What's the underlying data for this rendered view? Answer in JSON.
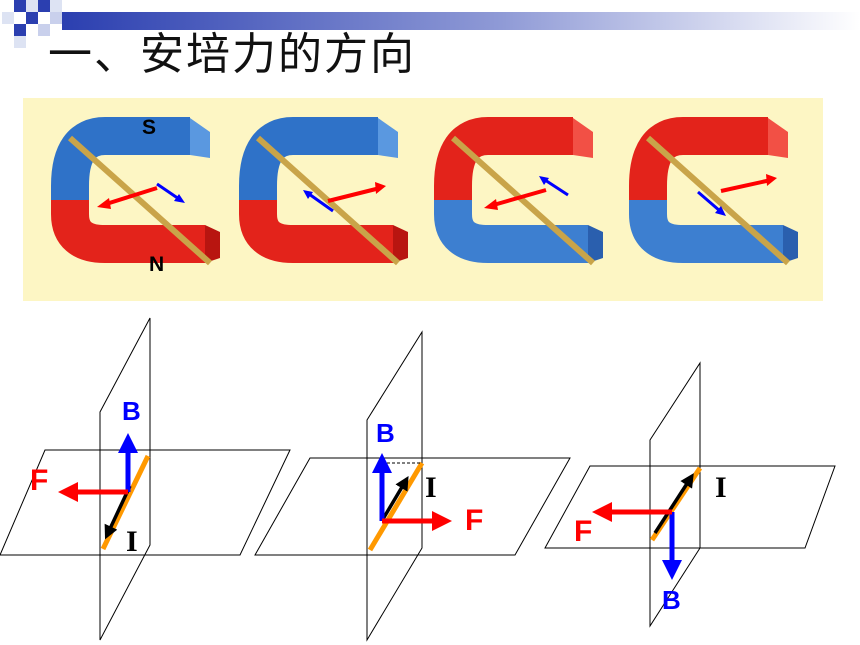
{
  "title": "一、安培力的方向",
  "colors": {
    "blue_magnet": "#3d7fd0",
    "red_magnet": "#e8201a",
    "rod": "#c9a449",
    "force_arrow": "#ff0000",
    "field_arrow": "#0000ff",
    "current_arrow": "#000000",
    "wire": "#ff9900",
    "panel": "#fdf6c4"
  },
  "magnet_panel": {
    "magnets": [
      {
        "top_color": "blue",
        "bottom_color": "red",
        "force": "left",
        "current": "down-right",
        "labels": {
          "top": "S",
          "bottom": "N"
        }
      },
      {
        "top_color": "blue",
        "bottom_color": "red",
        "force": "right",
        "current": "up-left"
      },
      {
        "top_color": "red",
        "bottom_color": "blue",
        "force": "left",
        "current": "up-left"
      },
      {
        "top_color": "red",
        "bottom_color": "blue",
        "force": "right",
        "current": "down-right"
      }
    ]
  },
  "diagrams": [
    {
      "label_B": "B",
      "label_F": "F",
      "label_I": "I",
      "B_direction": "up",
      "F_direction": "left",
      "I_direction": "down"
    },
    {
      "label_B": "B",
      "label_F": "F",
      "label_I": "I",
      "B_direction": "up",
      "F_direction": "right",
      "I_direction": "up"
    },
    {
      "label_B": "B",
      "label_F": "F",
      "label_I": "I",
      "B_direction": "down",
      "F_direction": "left",
      "I_direction": "up"
    }
  ]
}
